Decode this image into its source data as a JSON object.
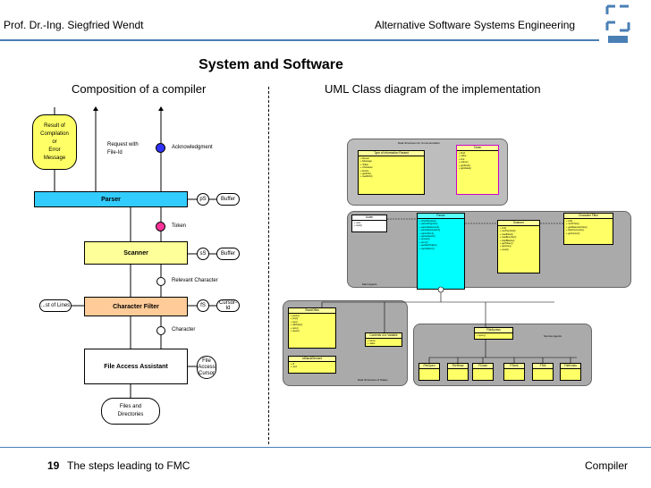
{
  "header": {
    "left": "Prof. Dr.-Ing. Siegfried Wendt",
    "right": "Alternative Software Systems Engineering"
  },
  "title": "System and Software",
  "left_panel": {
    "subtitle": "Composition of a compiler",
    "result_box": [
      "Result of",
      "Compilation",
      "or",
      "Error",
      "Message"
    ],
    "request_label": [
      "Request with",
      "File-Id"
    ],
    "ack_label": "Acknowledgment",
    "parser": "Parser",
    "p_circle": "pS",
    "buffer1": "Buffer",
    "token_label": "Token",
    "scanner": "Scanner",
    "s_circle": "sS",
    "buffer2": "Buffer",
    "relevant_char_label": "Relevant Character",
    "list_label": "...st of Lines",
    "char_filter": "Character Filter",
    "f_circle": "fS",
    "cursor_id": "Cursor-Id",
    "character_label": "Character",
    "file_access": "File Access Assistant",
    "file_access_cursor": [
      "File",
      "Access",
      "Cursor"
    ],
    "files_dirs": [
      "Files and",
      "Directories"
    ]
  },
  "right_panel": {
    "subtitle": "UML Class diagram of the implementation",
    "comm_group_label": "Data Structures for Communication",
    "comm_box1_title": "Type of Information Passed",
    "comm_box1_body": "+ Result\n+ Message\n+ Token\n+ Character\n+ Errors\n+ getInfo()\n+ readInfo()",
    "comm_box2_title": "Token",
    "comm_box2_body": "+ kind\n+ value\n+ line\n+ column\n+ getKind()\n+ getValue()",
    "main_group_label": "Main Agents",
    "agent_left_title": "Listen",
    "agent_left_body": "+ next\n+ start()",
    "parser_title": "Parser",
    "parser_body": "+ checkSyntax()\n+ parseProgram()\n+ parseStatement()\n+ parseExpression()\n+ parseTerm()\n+ parseFactor()\n+ accept()\n+ error()\n+ getNextToken()\n+ reportError()",
    "scanner_title": "Scanner",
    "scanner_body": "+ init()\n+ nextSymbol()\n+ readIdent()\n+ readNumber()\n+ skipBlanks()\n+ getToken()\n+ getLine()\n+ reset()",
    "charfilter_title": "Character Filter",
    "charfilter_body": "+ init()\n+ nextChar()\n+ getRelevantChar()\n+ skipComment()\n+ getCursor()",
    "state_group_label": "Data Structures of States",
    "state_box1_title": "StackOfIds",
    "state_box1_body": "+ push()\n+ pop()\n+ top()\n+ isEmpty()\n+ size()\n+ clear()",
    "state_box2_title": "IdStackElement",
    "state_box2_body": "+ id\n+ next",
    "state_box3_title": "Contents of a Variable",
    "state_box3_body": "+ name\n+ value",
    "service_group_label": "Service Agents",
    "service_parent_title": "FileAccess",
    "service_parent_body": "+ open()",
    "service_children": [
      "FileOpen",
      "FileRead",
      "FClose",
      "FSeek",
      "FTell",
      "FileExists"
    ]
  },
  "footer": {
    "page_number": "19",
    "left": "The steps leading to FMC",
    "right": "Compiler"
  },
  "colors": {
    "blue": "#33ccff",
    "yellow": "#ffff99",
    "orange": "#ffcc99",
    "result_yellow": "#ffff66",
    "ack_blue": "#3333ff",
    "token_pink": "#ff3399",
    "group_gray": "#aaaaaa",
    "group_light": "#dddddd",
    "comm_magenta": "#ff00ff"
  }
}
